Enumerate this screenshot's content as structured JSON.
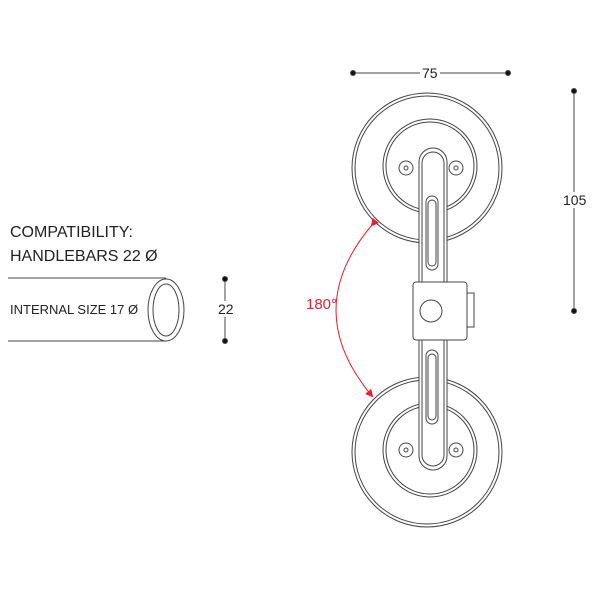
{
  "compatibility_label": "COMPATIBILITY:",
  "handlebars_label": "HANDLEBARS 22 Ø",
  "internal_size_label": "INTERNAL SIZE 17 Ø",
  "dimensions": {
    "width": "75",
    "height": "105",
    "tube_diameter": "22",
    "rotation": "180°"
  },
  "colors": {
    "line": "#333333",
    "accent": "#e8202f"
  }
}
